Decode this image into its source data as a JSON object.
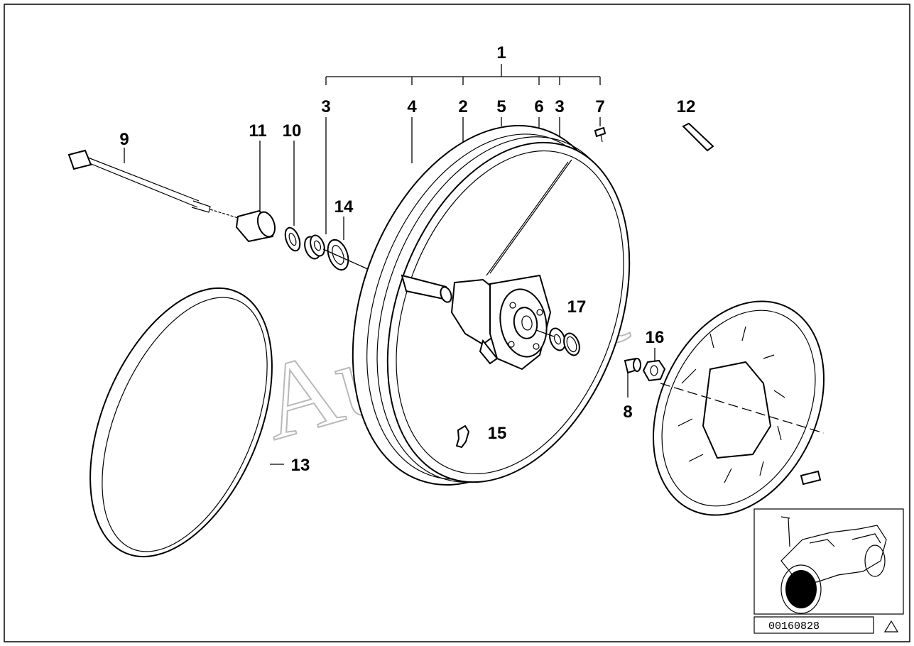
{
  "diagram": {
    "labels": [
      {
        "id": "1",
        "text": "1"
      },
      {
        "id": "3a",
        "text": "3"
      },
      {
        "id": "4",
        "text": "4"
      },
      {
        "id": "2",
        "text": "2"
      },
      {
        "id": "5",
        "text": "5"
      },
      {
        "id": "6",
        "text": "6"
      },
      {
        "id": "3b",
        "text": "3"
      },
      {
        "id": "7",
        "text": "7"
      },
      {
        "id": "12",
        "text": "12"
      },
      {
        "id": "9",
        "text": "9"
      },
      {
        "id": "11",
        "text": "11"
      },
      {
        "id": "10",
        "text": "10"
      },
      {
        "id": "14",
        "text": "14"
      },
      {
        "id": "17",
        "text": "17"
      },
      {
        "id": "16",
        "text": "16"
      },
      {
        "id": "8",
        "text": "8"
      },
      {
        "id": "15",
        "text": "15"
      },
      {
        "id": "13",
        "text": "13"
      }
    ],
    "watermark": "Autosoft",
    "document_number": "00160828",
    "warning_icon": "triangle-icon",
    "thumbnail_icon": "motorcycle-icon"
  }
}
